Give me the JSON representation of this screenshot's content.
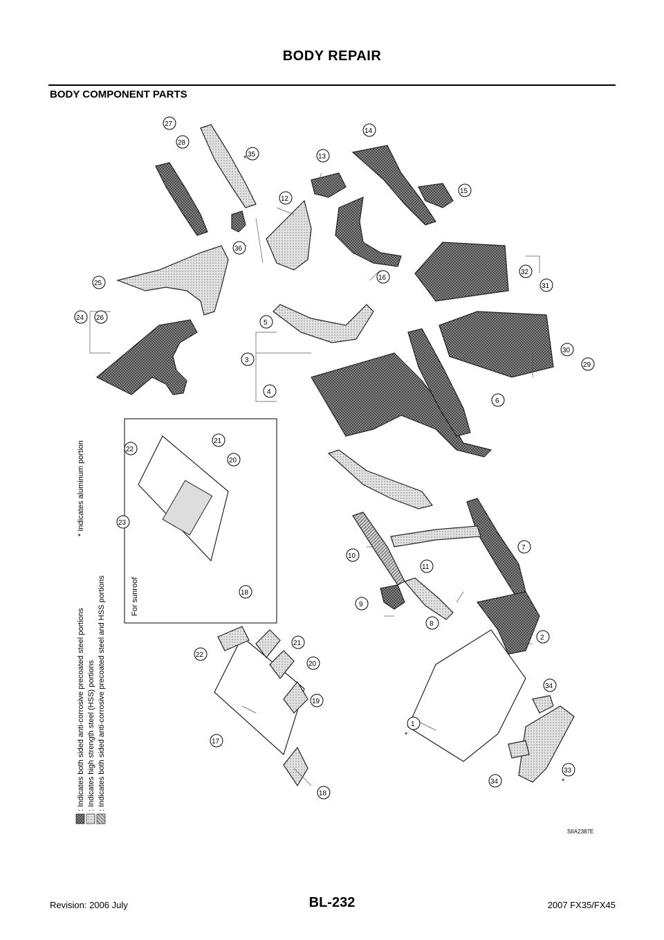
{
  "header": {
    "title": "BODY REPAIR"
  },
  "section": {
    "title": "BODY COMPONENT PARTS"
  },
  "diagram": {
    "legend": [
      ": Indicates both sided anti-corrosive precoated steel portions",
      ": Indicates high strength steel (HSS) portions",
      ": Indicates both sided anti-corrosive precoated steel and HSS portions"
    ],
    "note": "* Indicates aluminum portion",
    "sunroof_label": "For sunroof",
    "figure_code": "SIIA2387E",
    "parts": [
      "1",
      "2",
      "3",
      "4",
      "5",
      "6",
      "7",
      "8",
      "9",
      "10",
      "11",
      "12",
      "13",
      "14",
      "15",
      "16",
      "17",
      "18",
      "18",
      "19",
      "20",
      "20",
      "21",
      "21",
      "22",
      "22",
      "23",
      "24",
      "25",
      "26",
      "27",
      "28",
      "29",
      "30",
      "31",
      "32",
      "33",
      "34",
      "34",
      "35",
      "36"
    ],
    "asterisks": [
      "*",
      "*",
      "*"
    ]
  },
  "footer": {
    "revision": "Revision: 2006 July",
    "page": "BL-232",
    "model": "2007 FX35/FX45"
  }
}
